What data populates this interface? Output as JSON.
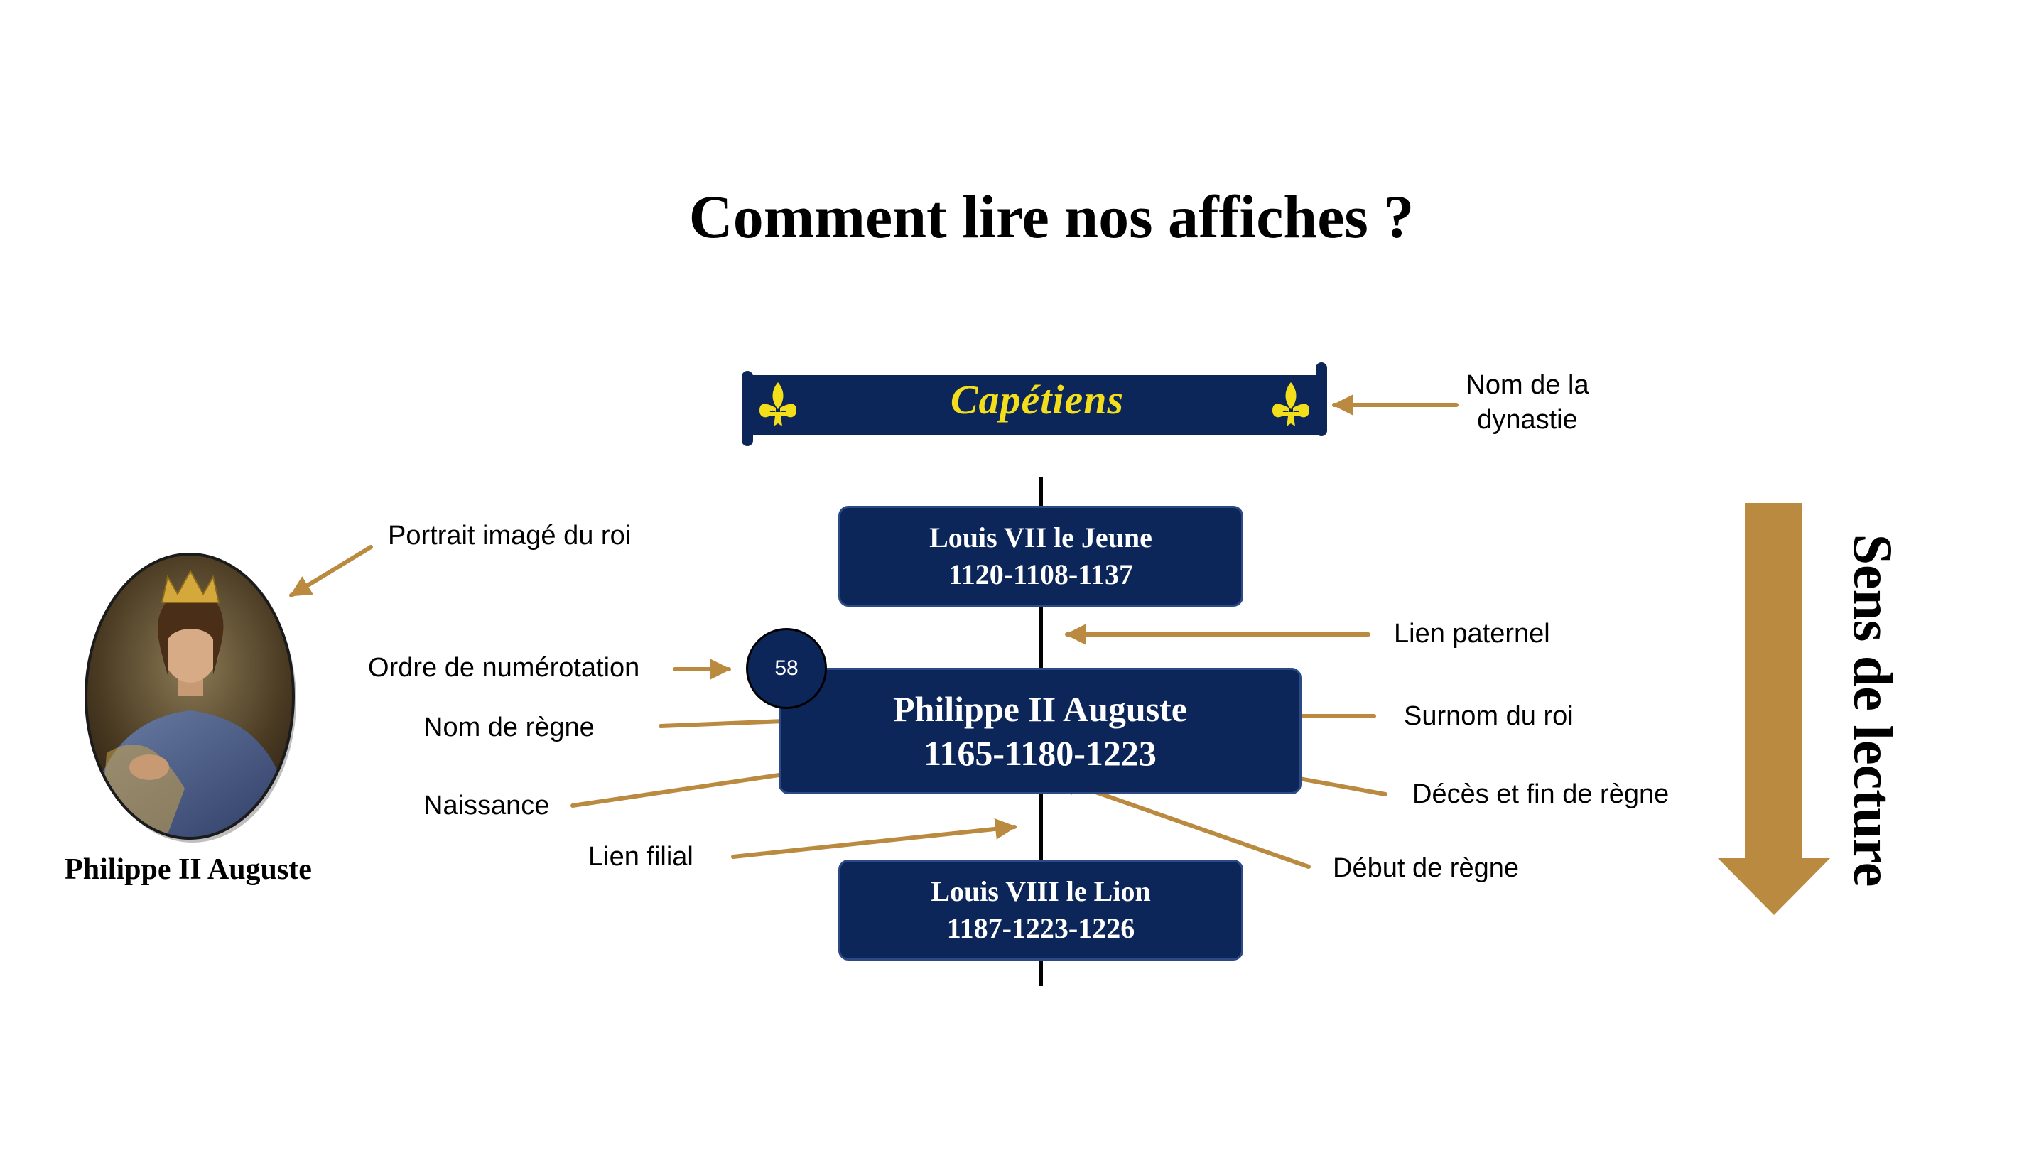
{
  "title": "Comment lire nos affiches ?",
  "dynasty": {
    "name": "Capétiens"
  },
  "kings": {
    "previous": {
      "name": "Louis VII le Jeune",
      "dates": "1120-1108-1137"
    },
    "current": {
      "number": "58",
      "name": "Philippe II Auguste",
      "dates": "1165-1180-1223"
    },
    "next": {
      "name": "Louis VIII le Lion",
      "dates": "1187-1223-1226"
    }
  },
  "portrait": {
    "caption": "Philippe II Auguste"
  },
  "annotations": {
    "dynasty_name": "Nom de la",
    "dynasty_name_2": "dynastie",
    "portrait": "Portrait imagé du roi",
    "numbering": "Ordre de numérotation",
    "reign_name": "Nom de règne",
    "birth": "Naissance",
    "filial_link": "Lien filial",
    "paternal_link": "Lien paternel",
    "nickname": "Surnom du roi",
    "death": "Décès et fin de règne",
    "reign_start": "Début de règne"
  },
  "reading_direction": "Sens de lecture",
  "colors": {
    "navy": "#0d2659",
    "gold_arrow": "#b98a3f",
    "dynasty_text": "#f2de1a",
    "fleur_de_lis": "#f2de1a"
  },
  "icons": {
    "fleur": "fleur-de-lis-icon",
    "direction": "arrow-down-icon"
  }
}
